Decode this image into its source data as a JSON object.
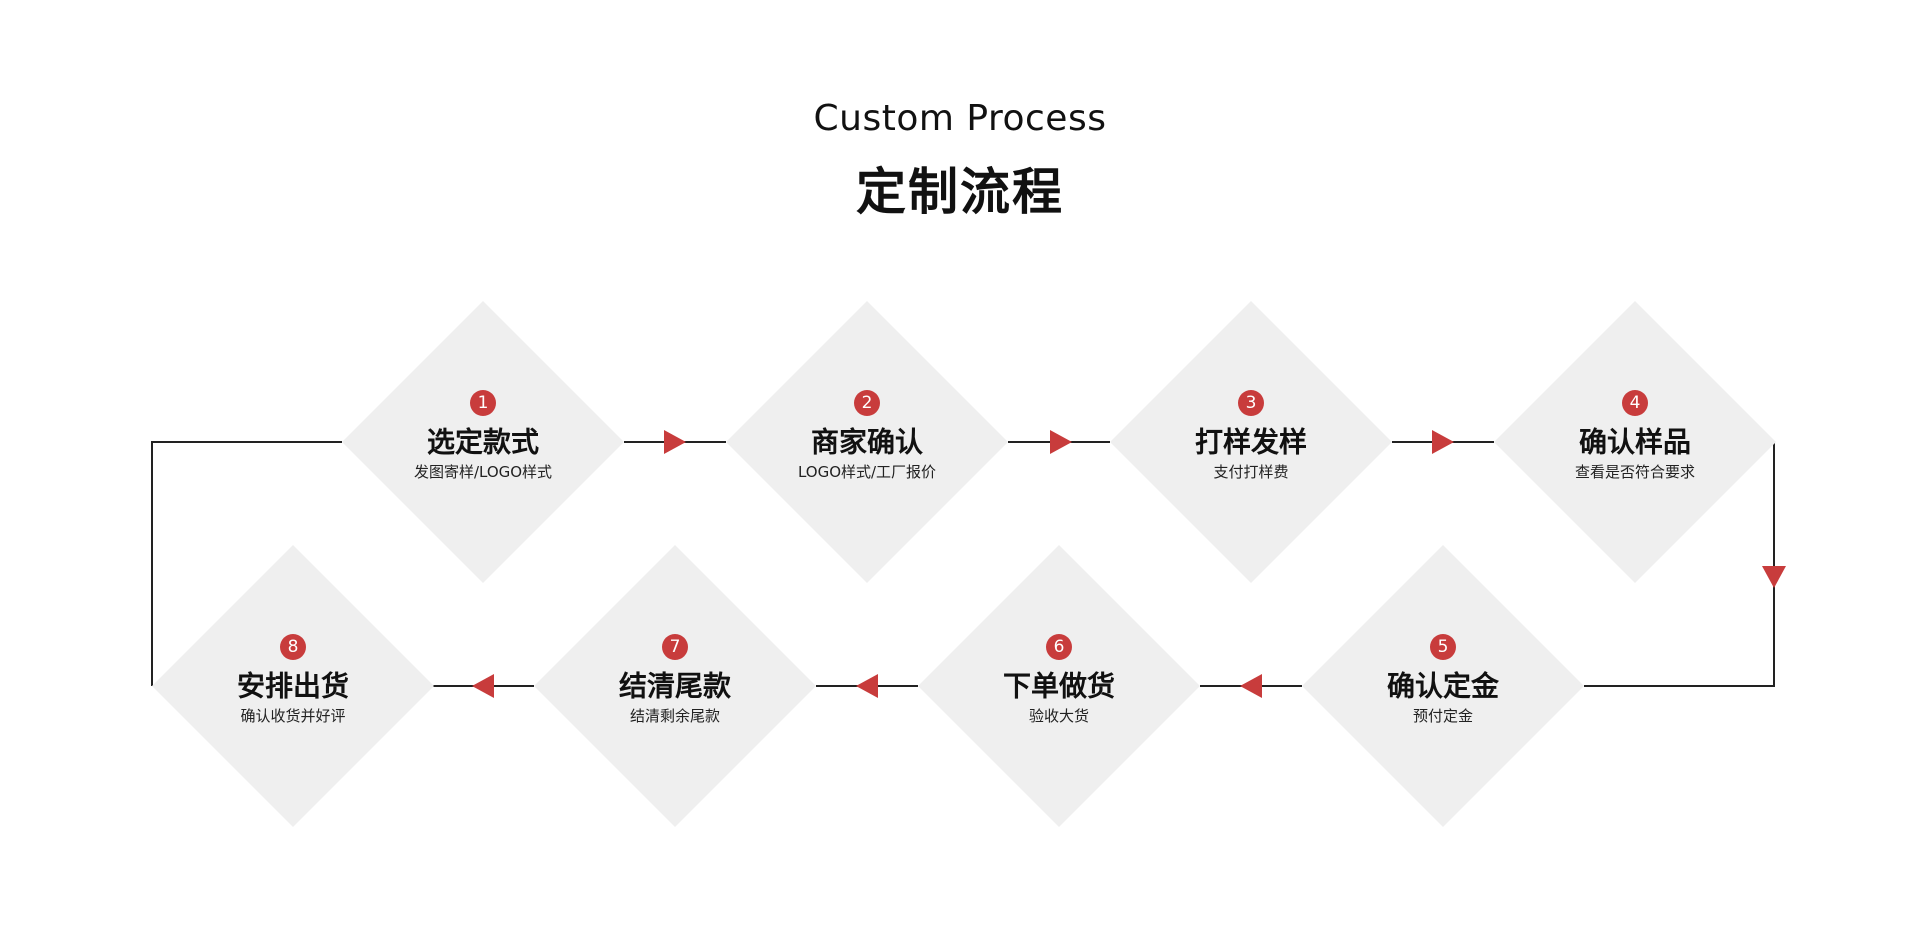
{
  "header": {
    "title_en": "Custom Process",
    "title_zh": "定制流程"
  },
  "colors": {
    "accent": "#c83c3c",
    "diamond_fill": "#efefef",
    "line": "#222222"
  },
  "steps": [
    {
      "number": "1",
      "title": "选定款式",
      "subtitle": "发图寄样/LOGO样式"
    },
    {
      "number": "2",
      "title": "商家确认",
      "subtitle": "LOGO样式/工厂报价"
    },
    {
      "number": "3",
      "title": "打样发样",
      "subtitle": "支付打样费"
    },
    {
      "number": "4",
      "title": "确认样品",
      "subtitle": "查看是否符合要求"
    },
    {
      "number": "5",
      "title": "确认定金",
      "subtitle": "预付定金"
    },
    {
      "number": "6",
      "title": "下单做货",
      "subtitle": "验收大货"
    },
    {
      "number": "7",
      "title": "结清尾款",
      "subtitle": "结清剩余尾款"
    },
    {
      "number": "8",
      "title": "安排出货",
      "subtitle": "确认收货并好评"
    }
  ]
}
